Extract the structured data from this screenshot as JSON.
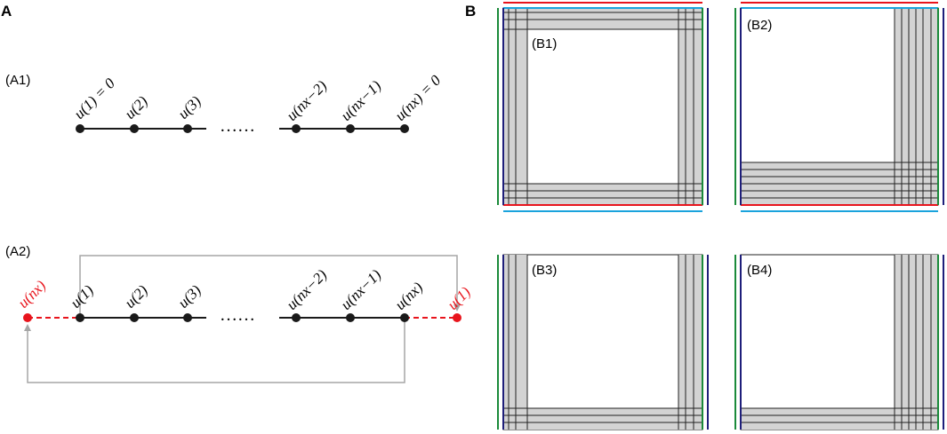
{
  "panels": {
    "A": {
      "letter": "A",
      "A1": {
        "label": "(A1)",
        "nodes": [
          "u(1) = 0",
          "u(2)",
          "u(3)",
          "u(nx−2)",
          "u(nx−1)",
          "u(nx) = 0"
        ],
        "ellipsis": "……"
      },
      "A2": {
        "label": "(A2)",
        "nodes": [
          "u(1)",
          "u(2)",
          "u(3)",
          "u(nx−2)",
          "u(nx−1)",
          "u(nx)"
        ],
        "ghost_left": "u(nx)",
        "ghost_right": "u(1)",
        "ellipsis": "……"
      }
    },
    "B": {
      "letter": "B",
      "B1": {
        "label": "(B1)"
      },
      "B2": {
        "label": "(B2)"
      },
      "B3": {
        "label": "(B3)"
      },
      "B4": {
        "label": "(B4)"
      }
    }
  },
  "colors": {
    "node": "#1a1a1a",
    "ghost": "#e8141c",
    "connector": "#a6a6a6",
    "band": "#d3d3d3",
    "band_line": "#222222",
    "edge_red": "#e8141c",
    "edge_cyan": "#1aa3dc",
    "edge_green": "#1a8a3a",
    "edge_navy": "#1e1e7a"
  }
}
